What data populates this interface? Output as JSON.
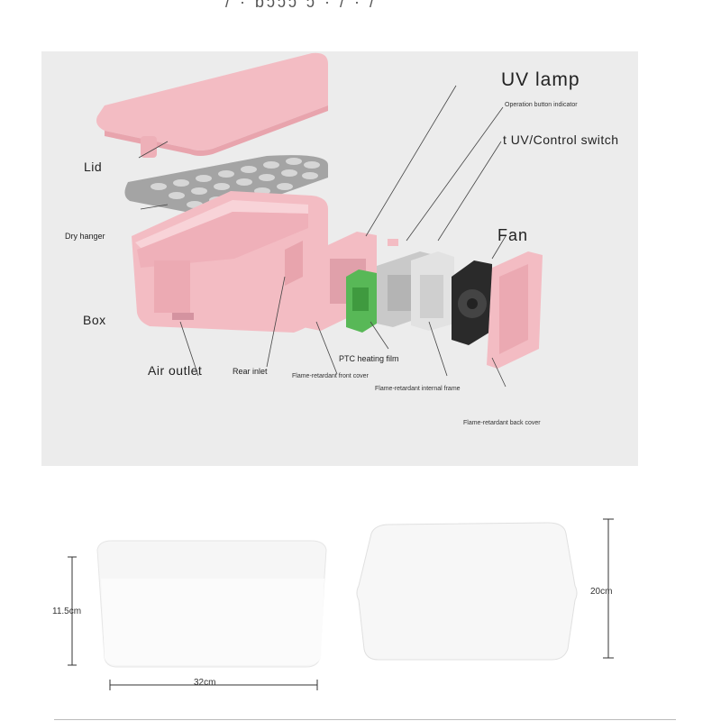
{
  "header": {
    "clipped_title": "/ · ɒɔɔɔ ɔ · / · /"
  },
  "labels": {
    "uv_lamp": "UV lamp",
    "operation_indicator": "Operation button indicator",
    "uv_control_switch": "t UV/Control switch",
    "lid": "Lid",
    "dry_hanger": "Dry hanger",
    "fan": "Fan",
    "box": "Box",
    "air_outlet": "Air outlet",
    "rear_inlet": "Rear inlet",
    "ptc_heating_film": "PTC heating film",
    "front_cover": "Flame-retardant front cover",
    "internal_frame": "Flame-retardant internal frame",
    "back_cover": "Flame-retardant back cover"
  },
  "dimensions": {
    "height": "11.5cm",
    "length": "32cm",
    "width": "20cm"
  },
  "colors": {
    "pink": "#f3bcc3",
    "pink_dark": "#e8a4ad",
    "hanger_gray": "#9c9c9c",
    "panel_bg": "#ececec",
    "green_board": "#58b857",
    "fan_black": "#2a2a2a"
  }
}
